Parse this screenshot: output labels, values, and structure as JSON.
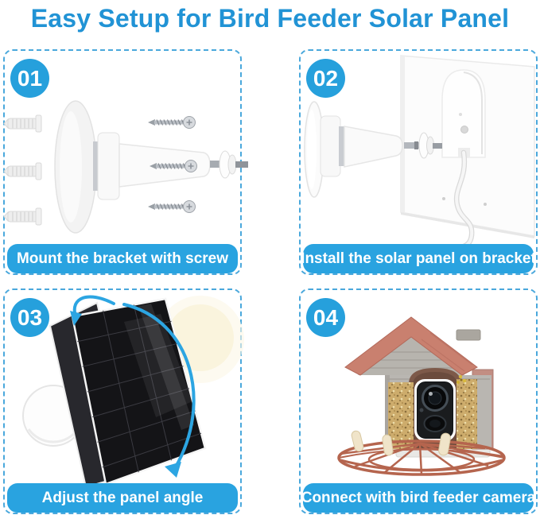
{
  "title": "Easy Setup for Bird Feeder Solar Panel",
  "colors": {
    "title_blue": "#2193d5",
    "accent_blue": "#29a3e0",
    "border_dash_blue": "#4aa8dc",
    "roof_terracotta": "#c9806f",
    "solar_panel_black": "#141417"
  },
  "steps": [
    {
      "number": "01",
      "caption": "Mount the bracket with screw",
      "illustration": "wall-bracket-screws-anchors"
    },
    {
      "number": "02",
      "caption": "Install the solar panel on bracket",
      "illustration": "solar-panel-back-on-bracket"
    },
    {
      "number": "03",
      "caption": "Adjust the panel angle",
      "illustration": "solar-panel-angle-adjustment"
    },
    {
      "number": "04",
      "caption": "Connect with bird feeder camera",
      "illustration": "bird-feeder-camera-house"
    }
  ]
}
